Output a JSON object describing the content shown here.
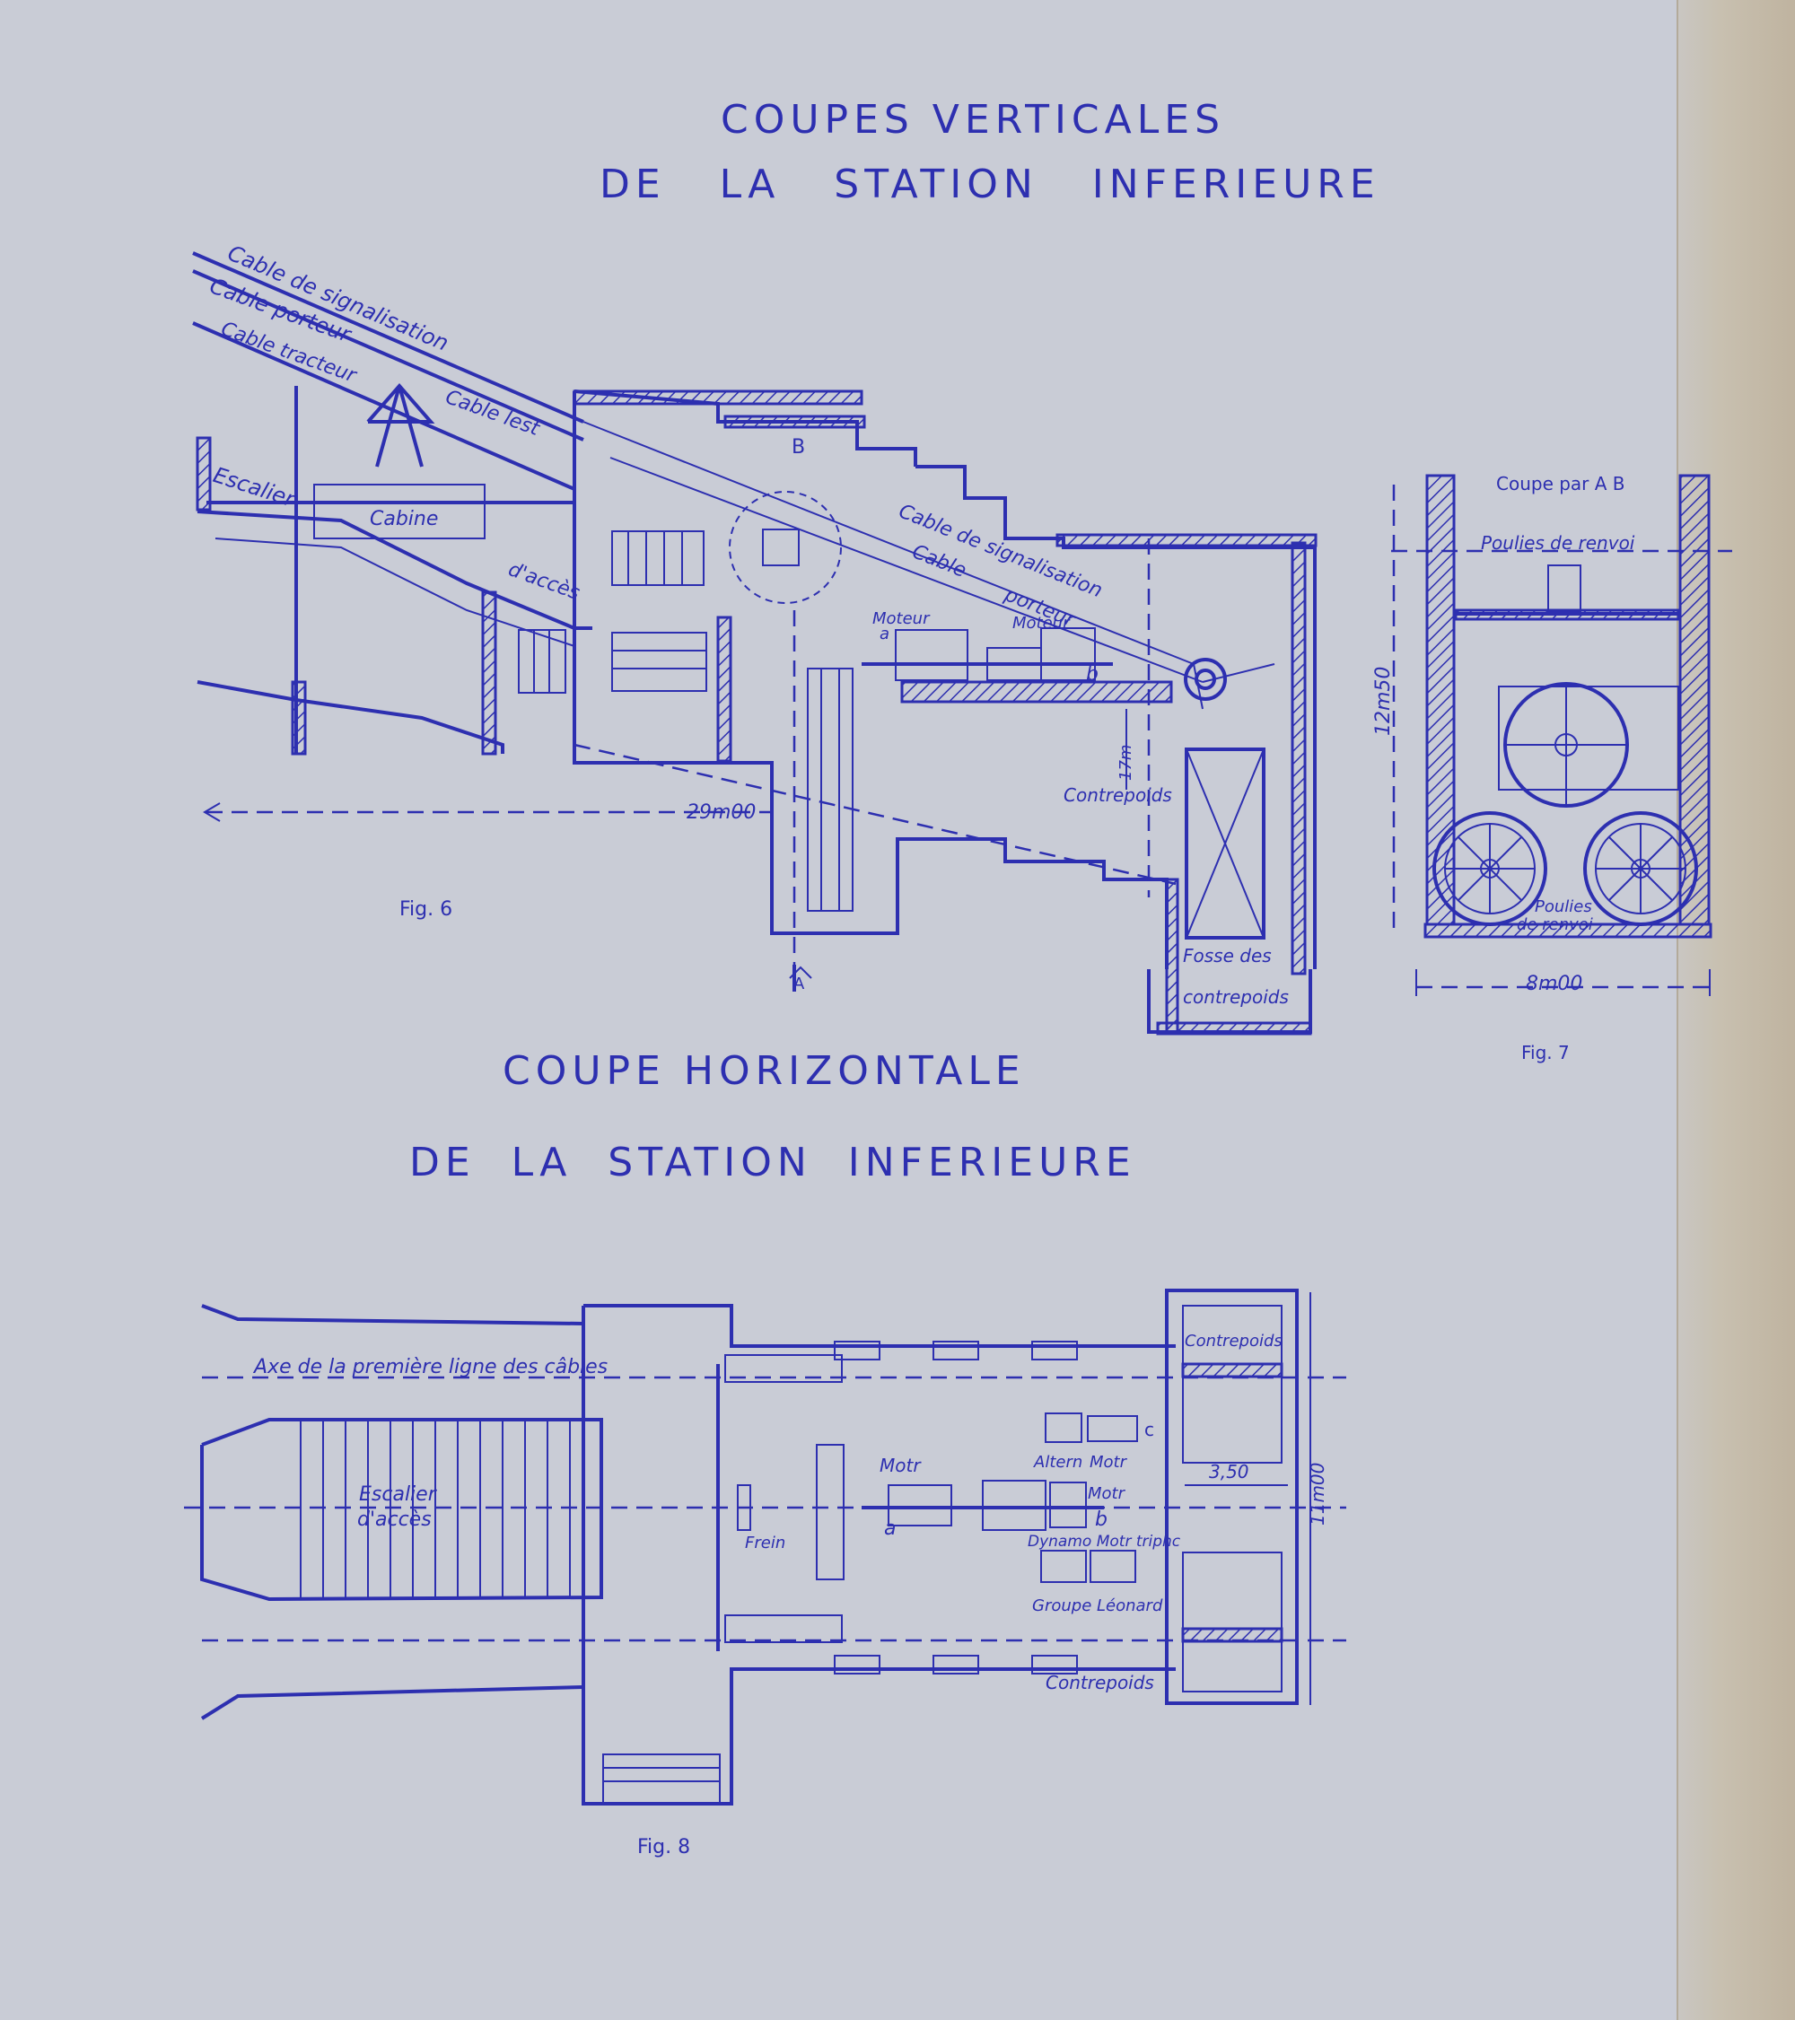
{
  "titles": {
    "vertical_line1": "COUPES VERTICALES",
    "vertical_line2": "DE LA STATION INFERIEURE",
    "horizontal_line1": "COUPE HORIZONTALE",
    "horizontal_line2": "DE LA STATION INFERIEURE"
  },
  "fig6": {
    "caption": "Fig. 6",
    "cable_signalisation_top": "Cable de signalisation",
    "cable_porteur_top": "Cable porteur",
    "cable_tracteur": "Cable tracteur",
    "cable_lest": "Cable lest",
    "escalier": "Escalier",
    "cabine": "Cabine",
    "acces": "d'accès",
    "point_b": "B",
    "cable_signalisation_right": "Cable de signalisation",
    "cable_porteur_right_1": "Cable",
    "cable_porteur_right_2": "porteur",
    "moteur_a": "Moteur",
    "mark_a": "a",
    "moteur_b": "Moteur",
    "mark_b": "b",
    "contrepoids": "Contrepoids",
    "fosse_1": "Fosse des",
    "fosse_2": "contrepoids",
    "dimension": "29m00",
    "depth": "17m",
    "section_mark": "A"
  },
  "fig7": {
    "caption": "Fig. 7",
    "coupe": "Coupe par A B",
    "poulies_top": "Poulies de renvoi",
    "poulies_bottom_1": "Poulies",
    "poulies_bottom_2": "de renvoi",
    "height": "12m50",
    "width": "8m00"
  },
  "fig8": {
    "caption": "Fig. 8",
    "axe": "Axe de la première ligne des câbles",
    "escalier_1": "Escalier",
    "escalier_2": "d'accès",
    "frein": "Frein",
    "mot_a": "Motr",
    "mark_a": "a",
    "altern": "Altern",
    "mot_c": "Motr",
    "mark_c": "c",
    "mot_b": "Motr",
    "mark_b": "b",
    "dynamo": "Dynamo Motr triphc",
    "groupe": "Groupe Léonard",
    "contrepoids_top": "Contrepoids",
    "contrepoids_bottom": "Contrepoids",
    "dim_width": "3,50",
    "dim_height": "11m00"
  },
  "colors": {
    "ink": "#2d2fb0",
    "paper": "#c9ccd6",
    "aged": "#c2b8a6"
  }
}
